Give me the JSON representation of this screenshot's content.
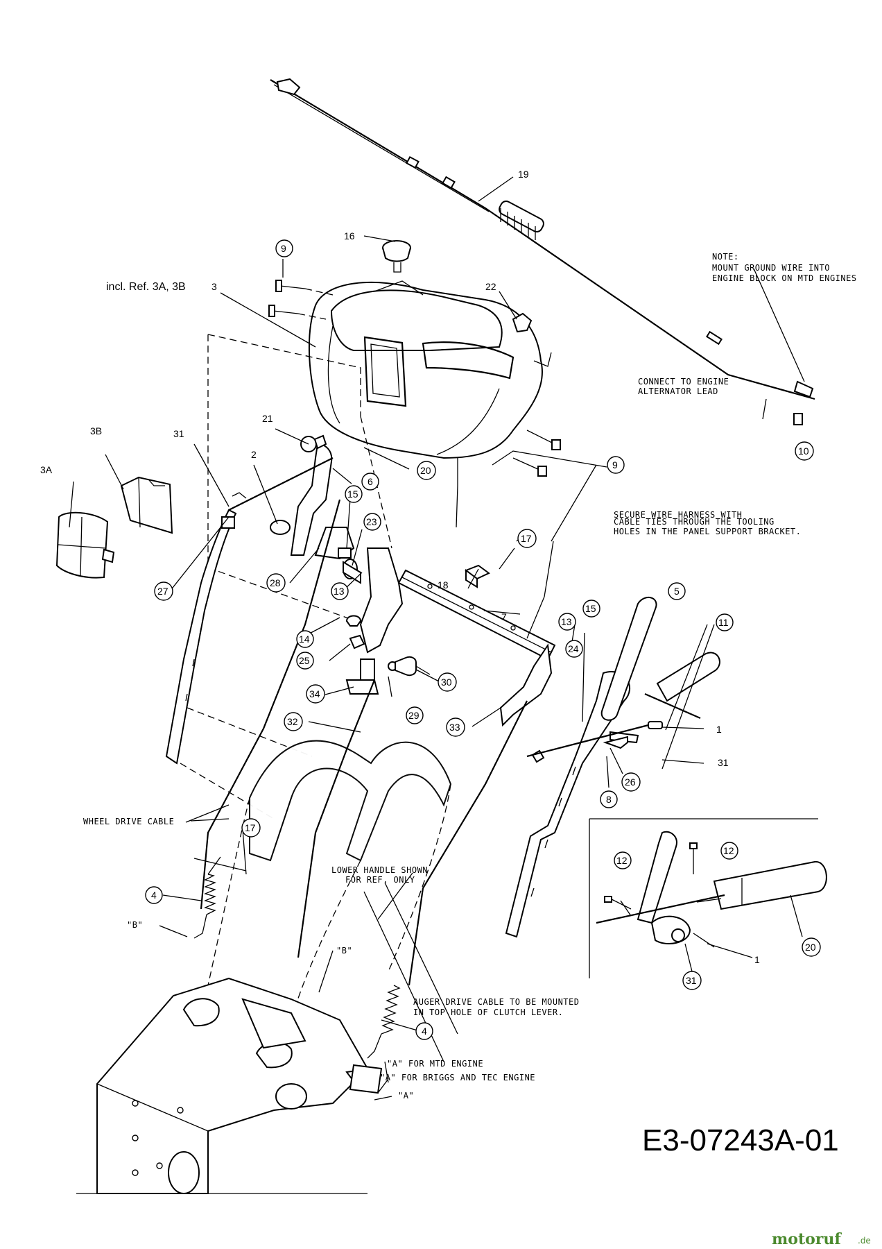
{
  "diagram_code": "E3-07243A-01",
  "watermark": {
    "brand": "motoruf",
    "tld": ".de"
  },
  "callouts": [
    {
      "id": "c1",
      "text": "19",
      "circled": false
    },
    {
      "id": "c2",
      "text": "16",
      "circled": false
    },
    {
      "id": "c3",
      "text": "9",
      "circled": true
    },
    {
      "id": "c4",
      "text": "22",
      "circled": false
    },
    {
      "id": "c5",
      "text": "incl. Ref. 3A, 3B",
      "circled": false
    },
    {
      "id": "c6",
      "text": "3",
      "circled": false
    },
    {
      "id": "c7",
      "text": "21",
      "circled": false
    },
    {
      "id": "c8",
      "text": "3B",
      "circled": false
    },
    {
      "id": "c9",
      "text": "31",
      "circled": false
    },
    {
      "id": "c10",
      "text": "2",
      "circled": false
    },
    {
      "id": "c11",
      "text": "3A",
      "circled": false
    },
    {
      "id": "c12",
      "text": "6",
      "circled": true
    },
    {
      "id": "c13",
      "text": "20",
      "circled": true
    },
    {
      "id": "c14",
      "text": "9",
      "circled": true
    },
    {
      "id": "c15",
      "text": "15",
      "circled": true
    },
    {
      "id": "c16",
      "text": "23",
      "circled": true
    },
    {
      "id": "c17",
      "text": "27",
      "circled": true
    },
    {
      "id": "c18",
      "text": "28",
      "circled": true
    },
    {
      "id": "c19",
      "text": "13",
      "circled": true
    },
    {
      "id": "c20",
      "text": "18",
      "circled": false
    },
    {
      "id": "c21",
      "text": "7",
      "circled": false
    },
    {
      "id": "c22",
      "text": "17",
      "circled": true
    },
    {
      "id": "c23",
      "text": "5",
      "circled": true
    },
    {
      "id": "c24",
      "text": "11",
      "circled": true
    },
    {
      "id": "c25",
      "text": "14",
      "circled": true
    },
    {
      "id": "c26",
      "text": "25",
      "circled": true
    },
    {
      "id": "c27",
      "text": "13",
      "circled": true
    },
    {
      "id": "c28",
      "text": "15",
      "circled": true
    },
    {
      "id": "c29",
      "text": "24",
      "circled": true
    },
    {
      "id": "c30",
      "text": "30",
      "circled": true
    },
    {
      "id": "c31",
      "text": "34",
      "circled": true
    },
    {
      "id": "c32",
      "text": "29",
      "circled": true
    },
    {
      "id": "c33",
      "text": "33",
      "circled": true
    },
    {
      "id": "c34",
      "text": "1",
      "circled": false
    },
    {
      "id": "c35",
      "text": "31",
      "circled": false
    },
    {
      "id": "c36",
      "text": "26",
      "circled": true
    },
    {
      "id": "c37",
      "text": "8",
      "circled": true
    },
    {
      "id": "c38",
      "text": "32",
      "circled": true
    },
    {
      "id": "c39",
      "text": "10",
      "circled": true
    },
    {
      "id": "c40",
      "text": "17",
      "circled": true
    },
    {
      "id": "c41",
      "text": "4",
      "circled": true
    },
    {
      "id": "c42",
      "text": "4",
      "circled": true
    },
    {
      "id": "c43",
      "text": "12",
      "circled": true
    },
    {
      "id": "c44",
      "text": "12",
      "circled": true
    },
    {
      "id": "c45",
      "text": "20",
      "circled": true
    },
    {
      "id": "c46",
      "text": "1",
      "circled": false
    },
    {
      "id": "c47",
      "text": "31",
      "circled": true
    }
  ],
  "notes": {
    "note_title": "NOTE:",
    "note_line1": "MOUNT GROUND WIRE INTO",
    "note_line2": "ENGINE BLOCK ON MTD ENGINES",
    "alt_line1": "CONNECT TO ENGINE",
    "alt_line2": "ALTERNATOR LEAD",
    "harness_line1": "SECURE WIRE HARNESS WITH",
    "harness_line2": "CABLE TIES THROUGH THE TOOLING",
    "harness_line3": "HOLES IN THE PANEL SUPPORT BRACKET.",
    "wheel_drive": "WHEEL DRIVE CABLE",
    "b_left": "\"B\"",
    "b_mid": "\"B\"",
    "lower1": "LOWER HANDLE SHOWN",
    "lower2": "FOR REF. ONLY",
    "auger1": "AUGER DRIVE CABLE TO BE MOUNTED",
    "auger2": "IN TOP HOLE OF CLUTCH LEVER.",
    "a_mtd": "\"A\" FOR MTD ENGINE",
    "a_briggs": "\"A\" FOR BRIGGS AND TEC ENGINE",
    "a_plain": "\"A\""
  }
}
